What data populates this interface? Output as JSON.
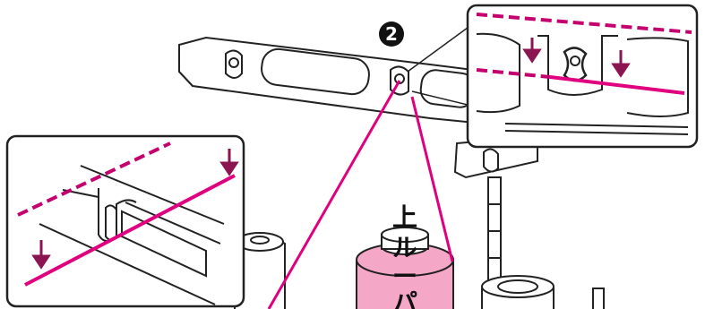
{
  "step_marker": {
    "number": "2"
  },
  "spool_label": {
    "line1": "上",
    "line2": "ル",
    "line3": "ー",
    "line4": "パ"
  },
  "colors": {
    "thread": "#e0007f",
    "thread_dashed": "#c4006e",
    "arrow": "#8a1550",
    "outline": "#222222",
    "spool_pink": "#f5a7c8",
    "callout_bg": "#ffffff",
    "marker_bg": "#111111"
  }
}
